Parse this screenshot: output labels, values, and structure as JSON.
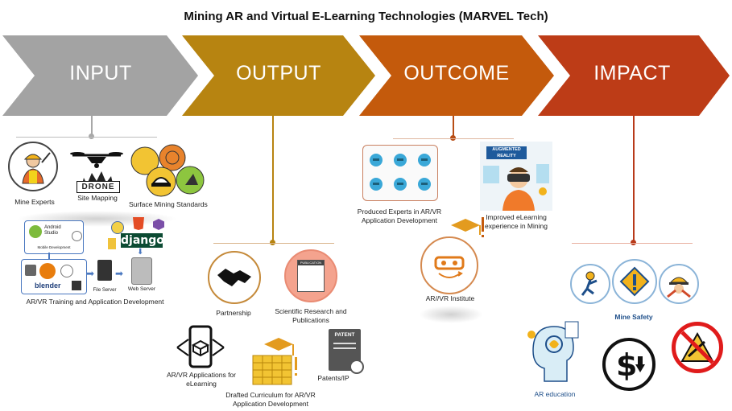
{
  "title": "Mining AR and Virtual E-Learning Technologies (MARVEL Tech)",
  "stages": {
    "input": {
      "label": "INPUT",
      "color": "#9e9e9e"
    },
    "output": {
      "label": "OUTPUT",
      "color": "#b8860b"
    },
    "outcome": {
      "label": "OUTCOME",
      "color": "#c0550b"
    },
    "impact": {
      "label": "IMPACT",
      "color": "#b83a1a"
    }
  },
  "input": {
    "mine_experts": "Mine Experts",
    "drone_word": "DRONE",
    "site_mapping": "Site Mapping",
    "surface_mining": "Surface Mining Standards",
    "android_studio": "Android Studio",
    "mobile_dev": "Mobile Development",
    "blender": "blender",
    "django": "django",
    "file_server": "File Server",
    "web_server": "Web Server",
    "arvr_training": "AR/VR Training and Application Development"
  },
  "output": {
    "partnership": "Partnership",
    "publication_word": "PUBLICATION",
    "scientific": "Scientific Research and Publications",
    "arvr_apps": "AR/VR Applications for eLearning",
    "curriculum": "Drafted Curriculum for AR/VR Application Development",
    "patent_word": "PATENT",
    "patents": "Patents/IP"
  },
  "outcome": {
    "experts": "Produced Experts in AR/VR Application  Development",
    "ar_word": "AUGMENTED REALITY",
    "improved": "Improved eLearning experience in Mining",
    "institute": "AR//VR Institute"
  },
  "impact": {
    "mine_safety": "Mine Safety",
    "ar_education": "AR education"
  }
}
